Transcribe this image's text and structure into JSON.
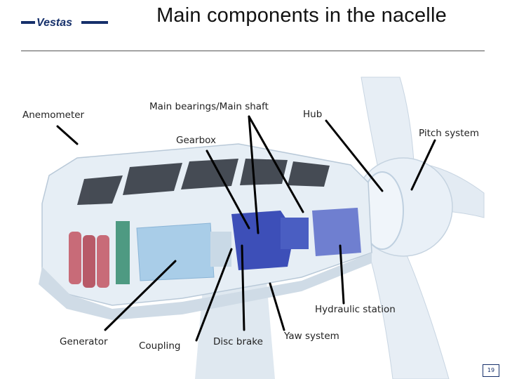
{
  "header": {
    "title": "Main components in the nacelle",
    "logo_text": "Vestas"
  },
  "labels": {
    "anemometer": "Anemometer",
    "main_bearings": "Main bearings/Main shaft",
    "hub": "Hub",
    "pitch_system": "Pitch system",
    "gearbox": "Gearbox",
    "hydraulic_station": "Hydraulic station",
    "generator": "Generator",
    "coupling": "Coupling",
    "disc_brake": "Disc brake",
    "yaw_system": "Yaw system"
  },
  "footer": {
    "page_number": "19"
  },
  "colors": {
    "brand": "#16306b",
    "pointer": "#000000",
    "nacelle": "#e6eef5"
  }
}
